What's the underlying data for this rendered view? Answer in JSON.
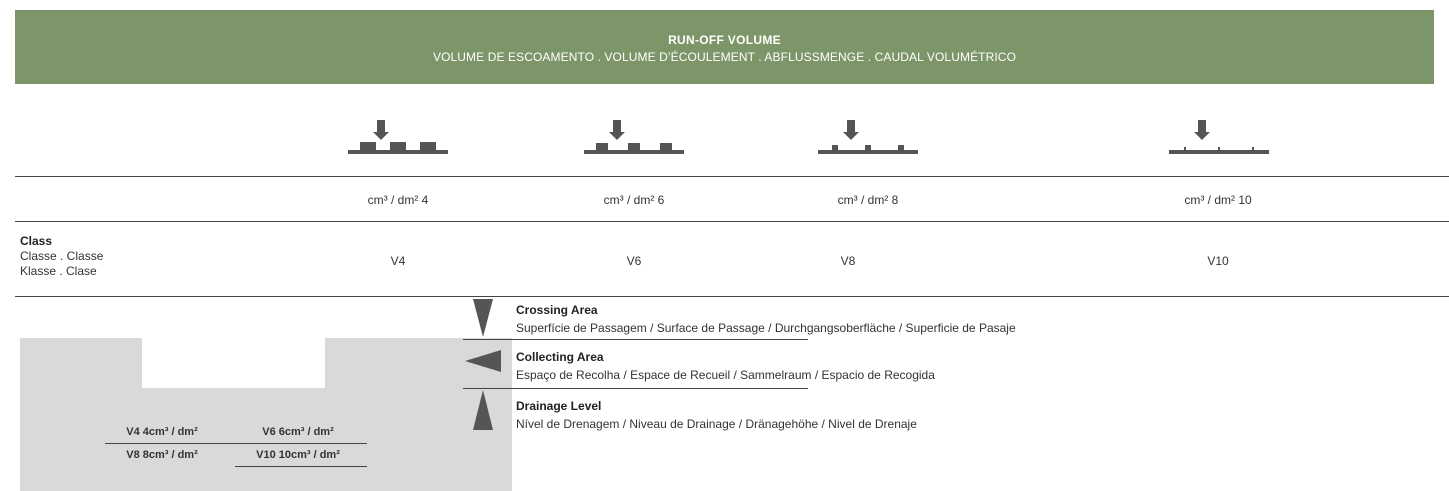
{
  "header": {
    "title": "RUN-OFF VOLUME",
    "subtitle": "VOLUME DE ESCOAMENTO . VOLUME D’ÉCOULEMENT . ABFLUSSMENGE . CAUDAL VOLUMÉTRICO"
  },
  "columns": [
    {
      "icon": "profile-v4-icon",
      "unit": "cm³ / dm² 4",
      "class": "V4"
    },
    {
      "icon": "profile-v6-icon",
      "unit": "cm³ / dm² 6",
      "class": "V6"
    },
    {
      "icon": "profile-v8-icon",
      "unit": "cm³ / dm² 8",
      "class": "V8"
    },
    {
      "icon": "profile-v10-icon",
      "unit": "cm³ / dm² 10",
      "class": "V10"
    }
  ],
  "class_label": {
    "title": "Class",
    "line2": "Classe . Classe",
    "line3": "Klasse . Clase"
  },
  "diagram_table": {
    "r1c1": "V4 4cm³ / dm²",
    "r1c2": "V6 6cm³ / dm²",
    "r2c1": "V8 8cm³ / dm²",
    "r2c2": "V10 10cm³ / dm²"
  },
  "legend": [
    {
      "title": "Crossing Area",
      "sub": "Superfície de Passagem / Surface de Passage / Durchgangsoberfläche / Superficie de Pasaje"
    },
    {
      "title": "Collecting Area",
      "sub": "Espaço de Recolha / Espace de Recueil / Sammelraum / Espacio de Recogida"
    },
    {
      "title": "Drainage Level",
      "sub": "Nível de Drenagem / Niveau de Drainage / Dränagehöhe / Nivel de Drenaje"
    }
  ],
  "colors": {
    "banner": "#7d9669",
    "icon": "#555555",
    "diagram": "#d9d9d9"
  }
}
